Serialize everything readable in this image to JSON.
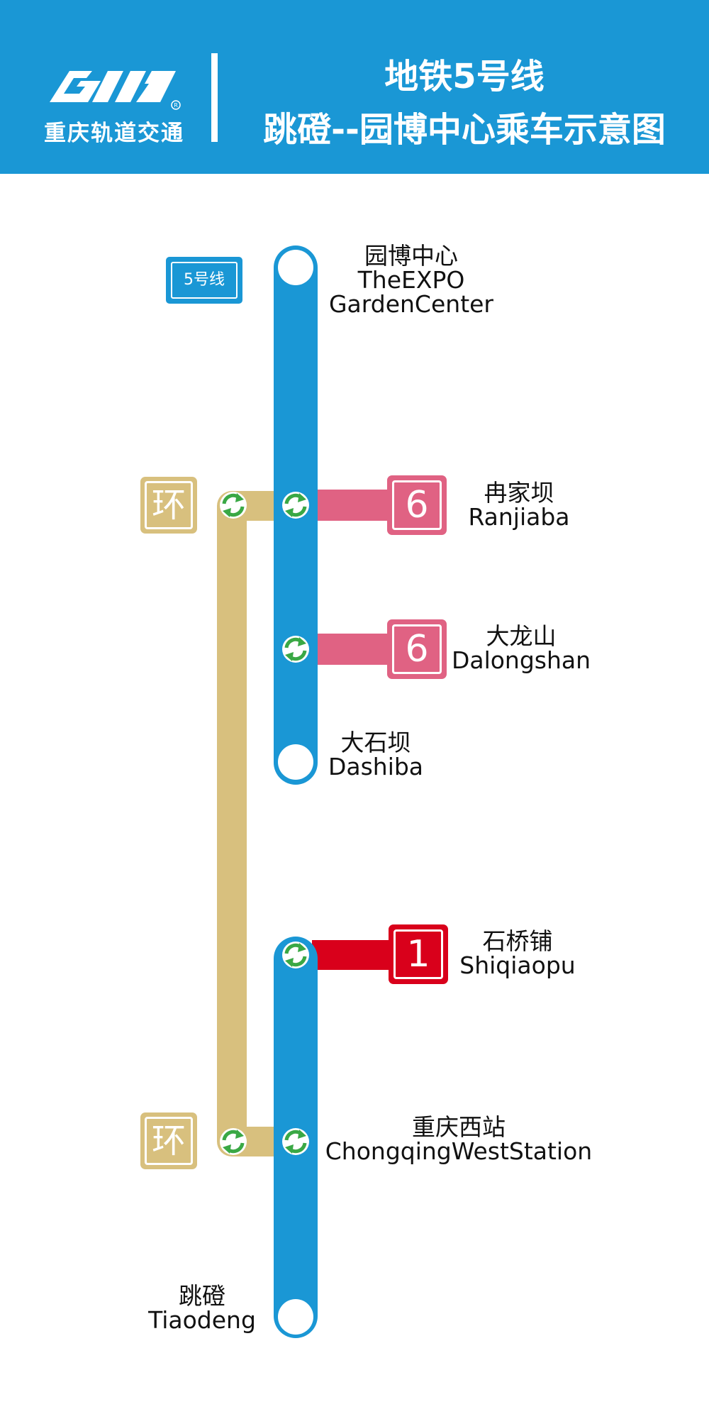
{
  "header": {
    "logo_text": "重庆轨道交通",
    "title_line1": "地铁5号线",
    "title_line2": "跳磴--园博中心乘车示意图"
  },
  "line_badge": {
    "label": "5号线"
  },
  "ring_badges": [
    "环",
    "环"
  ],
  "transfer_badges": {
    "ranjiaba": "6",
    "dalongshan": "6",
    "shiqiaopu": "1"
  },
  "stations": [
    {
      "key": "yuanbo",
      "cn": "园博中心",
      "en_lines": [
        "TheEXPO",
        "GardenCenter"
      ]
    },
    {
      "key": "ranjiaba",
      "cn": "冉家坝",
      "en_lines": [
        "Ranjiaba"
      ]
    },
    {
      "key": "dalongshan",
      "cn": "大龙山",
      "en_lines": [
        "Dalongshan"
      ]
    },
    {
      "key": "dashiba",
      "cn": "大石坝",
      "en_lines": [
        "Dashiba"
      ]
    },
    {
      "key": "shiqiaopu",
      "cn": "石桥铺",
      "en_lines": [
        "Shiqiaopu"
      ]
    },
    {
      "key": "chongqingxi",
      "cn": "重庆西站",
      "en_lines": [
        "ChongqingWestStation"
      ]
    },
    {
      "key": "tiaodeng",
      "cn": "跳磴",
      "en_lines": [
        "Tiaodeng"
      ]
    }
  ],
  "colors": {
    "line5": "#1a97d5",
    "ring": "#d8c07e",
    "line6": "#e06283",
    "line1": "#d9001b",
    "transfer_arrow": "#3aa845"
  }
}
